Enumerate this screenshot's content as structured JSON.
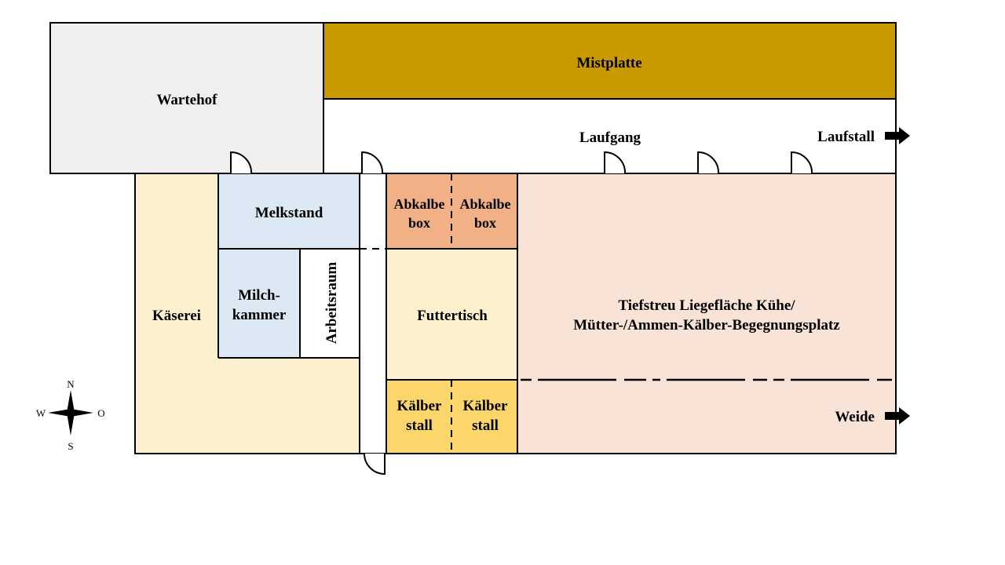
{
  "rooms": {
    "wartehof": "Wartehof",
    "mistplatte": "Mistplatte",
    "laufgang": "Laufgang",
    "laufstall": "Laufstall",
    "melkstand": "Melkstand",
    "milchkammer_1": "Milch-",
    "milchkammer_2": "kammer",
    "arbeitsraum": "Arbeitsraum",
    "kaeserei": "Käserei",
    "abkalbebox_a_1": "Abkalbe",
    "abkalbebox_a_2": "box",
    "abkalbebox_b_1": "Abkalbe",
    "abkalbebox_b_2": "box",
    "futtertisch": "Futtertisch",
    "kaelberstall_a_1": "Kälber",
    "kaelberstall_a_2": "stall",
    "kaelberstall_b_1": "Kälber",
    "kaelberstall_b_2": "stall",
    "liegeflaeche_1": "Tiefstreu Liegefläche Kühe/",
    "liegeflaeche_2": "Mütter-/Ammen-Kälber-Begegnungsplatz",
    "weide": "Weide"
  },
  "compass": {
    "n": "N",
    "s": "S",
    "w": "W",
    "o": "O"
  },
  "colors": {
    "wartehof": "#efefef",
    "mistplatte": "#c99a00",
    "kaeserei": "#fdf0cd",
    "melkstand": "#dce8f4",
    "abkalbebox": "#f2b086",
    "futtertisch": "#fdf0cd",
    "kaelberstall": "#fcd66a",
    "liegeflaeche": "#f8e3d6"
  }
}
